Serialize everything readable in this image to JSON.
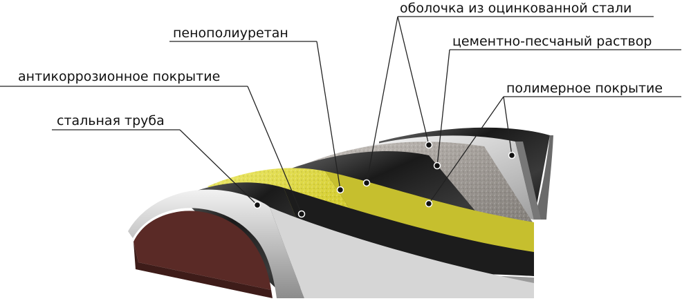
{
  "labels": {
    "steel_pipe": "стальная труба",
    "anticorrosion": "антикоррозионное покрытие",
    "ppu_foam": "пенополиуретан",
    "galvanized_shell": "оболочка из оцинкованной стали",
    "cement_sand": "цементно-песчаный раствор",
    "polymer_coating": "полимерное покрытие"
  },
  "colors": {
    "pipe_interior": "#5a2a26",
    "steel": "#c9c9c9",
    "anticorrosion": "#2b2b2b",
    "ppu_foam": "#d8d23a",
    "galvanized": "#bdbdbd",
    "cement_sand": "#a39e98",
    "polymer": "#3a3a3a",
    "leader_line": "#222222"
  }
}
